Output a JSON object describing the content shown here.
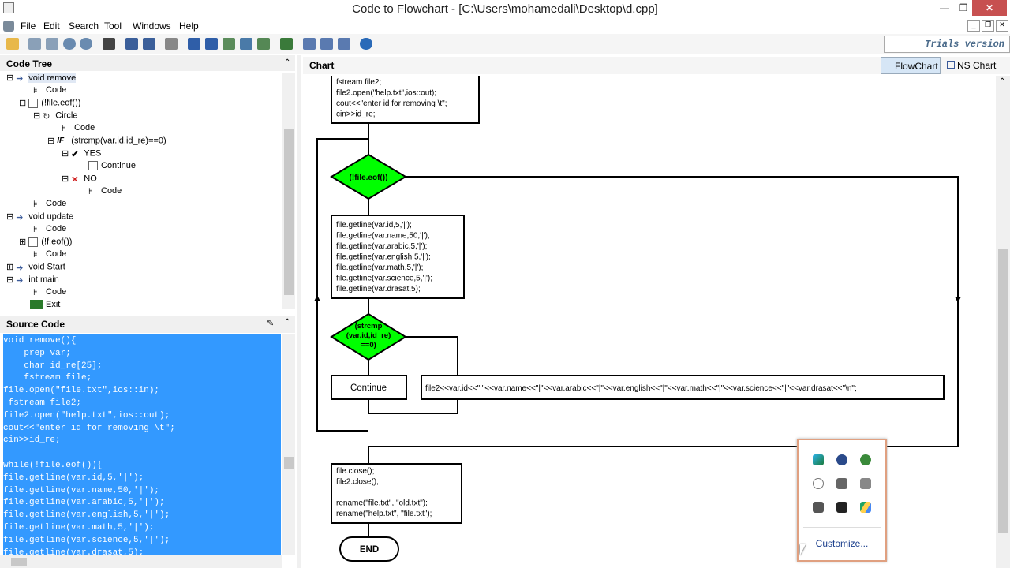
{
  "window": {
    "title": "Code to Flowchart - [C:\\Users\\mohamedali\\Desktop\\d.cpp]"
  },
  "menu": [
    "File",
    "Edit",
    "Search",
    "Tool",
    "Windows",
    "Help"
  ],
  "trial_label": "Trials version",
  "panels": {
    "code_tree": "Code Tree",
    "source_code": "Source Code",
    "chart": "Chart"
  },
  "chart_tabs": [
    "FlowChart",
    "NS Chart"
  ],
  "tree": [
    {
      "label": "void remove",
      "depth": 0,
      "icon": "function-icon"
    },
    {
      "label": "Code",
      "depth": 1,
      "icon": "code-icon"
    },
    {
      "label": "(!file.eof())",
      "depth": 1,
      "icon": "loop-icon"
    },
    {
      "label": "Circle",
      "depth": 2,
      "icon": "circle-icon"
    },
    {
      "label": "Code",
      "depth": 3,
      "icon": "code-icon"
    },
    {
      "label": "(strcmp(var.id,id_re)==0)",
      "depth": 3,
      "icon": "if-icon"
    },
    {
      "label": "YES",
      "depth": 4,
      "icon": "check-icon"
    },
    {
      "label": "Continue",
      "depth": 5,
      "icon": "continue-icon"
    },
    {
      "label": "NO",
      "depth": 4,
      "icon": "x-icon"
    },
    {
      "label": "Code",
      "depth": 5,
      "icon": "code-icon"
    },
    {
      "label": "Code",
      "depth": 1,
      "icon": "code-icon"
    },
    {
      "label": "void update",
      "depth": 0,
      "icon": "function-icon"
    },
    {
      "label": "Code",
      "depth": 1,
      "icon": "code-icon"
    },
    {
      "label": "(!f.eof())",
      "depth": 1,
      "icon": "loop-icon"
    },
    {
      "label": "Code",
      "depth": 1,
      "icon": "code-icon"
    },
    {
      "label": "void Start",
      "depth": 0,
      "icon": "function-icon"
    },
    {
      "label": "int main",
      "depth": 0,
      "icon": "function-icon"
    },
    {
      "label": "Code",
      "depth": 1,
      "icon": "code-icon"
    },
    {
      "label": "Exit",
      "depth": 1,
      "icon": "exit-icon"
    }
  ],
  "source_lines": [
    "void remove(){",
    "    prep var;",
    "    char id_re[25];",
    "    fstream file;",
    "file.open(\"file.txt\",ios::in);",
    " fstream file2;",
    "file2.open(\"help.txt\",ios::out);",
    "cout<<\"enter id for removing \\t\";",
    "cin>>id_re;",
    "",
    "while(!file.eof()){",
    "file.getline(var.id,5,'|');",
    "file.getline(var.name,50,'|');",
    "file.getline(var.arabic,5,'|');",
    "file.getline(var.english,5,'|');",
    "file.getline(var.math,5,'|');",
    "file.getline(var.science,5,'|');",
    "file.getline(var.drasat,5);"
  ],
  "flow": {
    "top_block": [
      "fstream file2;",
      "file2.open(\"help.txt\",ios::out);",
      "cout<<\"enter id for removing \\t\";",
      "cin>>id_re;"
    ],
    "loop_condition": "(!file.eof())",
    "getline_block": [
      "file.getline(var.id,5,'|');",
      "file.getline(var.name,50,'|');",
      "file.getline(var.arabic,5,'|');",
      "file.getline(var.english,5,'|');",
      "file.getline(var.math,5,'|');",
      "file.getline(var.science,5,'|');",
      "file.getline(var.drasat,5);"
    ],
    "if_condition": [
      "(strcmp",
      "(var.id,id_re)",
      "==0)"
    ],
    "continue_label": "Continue",
    "output_line": "file2<<var.id<<\"|\"<<var.name<<\"|\"<<var.arabic<<\"|\"<<var.english<<\"|\"<<var.math<<\"|\"<<var.science<<\"|\"<<var.drasat<<\"\\n\";",
    "close_block": [
      "file.close();",
      "file2.close();",
      "",
      "rename(\"file.txt\", \"old.txt\");",
      "rename(\"help.txt\", \"file.txt\");"
    ],
    "end_label": "END"
  },
  "tray": {
    "customize_label": "Customize..."
  },
  "colors": {
    "decision_fill": "#00ff00",
    "selection": "#3399ff",
    "close_button": "#c75050"
  }
}
